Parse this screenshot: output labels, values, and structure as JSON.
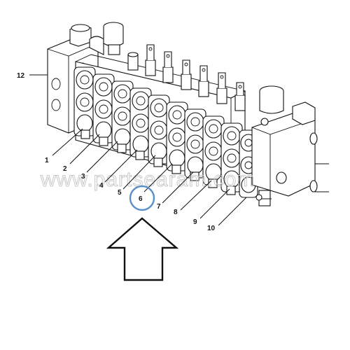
{
  "figure": {
    "callouts": [
      {
        "id": "1",
        "label": "1"
      },
      {
        "id": "2",
        "label": "2"
      },
      {
        "id": "3",
        "label": "3"
      },
      {
        "id": "4",
        "label": "4"
      },
      {
        "id": "5",
        "label": "5"
      },
      {
        "id": "6",
        "label": "6",
        "highlighted": true
      },
      {
        "id": "7",
        "label": "7"
      },
      {
        "id": "8",
        "label": "8"
      },
      {
        "id": "9",
        "label": "9"
      },
      {
        "id": "10",
        "label": "10"
      },
      {
        "id": "12",
        "label": "12"
      }
    ],
    "watermark": "www.partsearam.com",
    "highlight_color": "#5b8fc9",
    "line_color": "#111111"
  }
}
